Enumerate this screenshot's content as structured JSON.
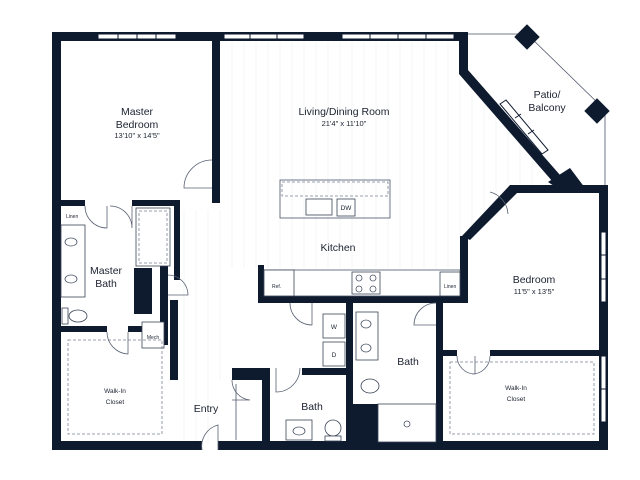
{
  "rooms": {
    "master_bedroom": {
      "name_line1": "Master",
      "name_line2": "Bedroom",
      "dims": "13'10\" x 14'5\""
    },
    "living_dining": {
      "name": "Living/Dining Room",
      "dims": "21'4\" x 11'10\""
    },
    "patio": {
      "name_line1": "Patio/",
      "name_line2": "Balcony"
    },
    "kitchen": {
      "name": "Kitchen"
    },
    "bedroom": {
      "name": "Bedroom",
      "dims": "11'5\" x 13'5\""
    },
    "master_bath": {
      "name_line1": "Master",
      "name_line2": "Bath"
    },
    "walk_in_closet_left": {
      "name_line1": "Walk-In",
      "name_line2": "Closet"
    },
    "walk_in_closet_right": {
      "name_line1": "Walk-In",
      "name_line2": "Closet"
    },
    "bath_right": {
      "name": "Bath"
    },
    "bath_bottom": {
      "name": "Bath"
    },
    "entry": {
      "name": "Entry"
    }
  },
  "fixtures": {
    "dishwasher": "DW",
    "refrigerator": "Ref.",
    "linen_master": "Linen",
    "linen_kitchen": "Linen",
    "mech": "Mech",
    "washer": "W",
    "dryer": "D"
  }
}
